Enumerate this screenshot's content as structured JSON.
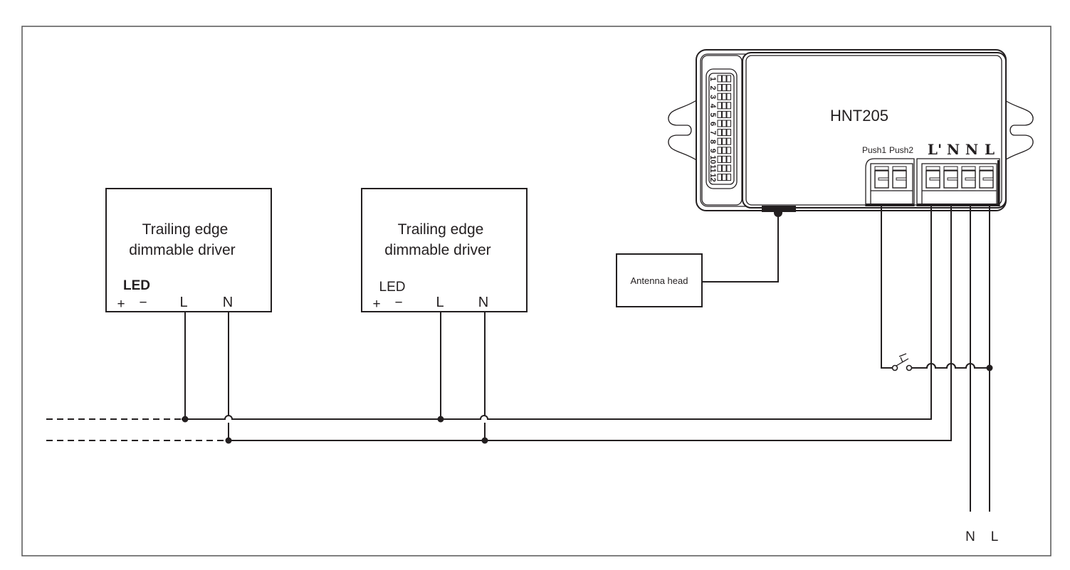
{
  "diagram": {
    "device": {
      "model": "HNT205",
      "dip_switch_numbers": [
        "1",
        "2",
        "3",
        "4",
        "5",
        "6",
        "7",
        "8",
        "9",
        "10",
        "11",
        "12"
      ],
      "terminal_labels": {
        "push1": "Push1",
        "push2": "Push2",
        "l_prime": "L'",
        "n1": "N",
        "n2": "N",
        "l": "L"
      }
    },
    "antenna": {
      "label": "Antenna head"
    },
    "drivers": [
      {
        "title_line1": "Trailing edge",
        "title_line2": "dimmable driver",
        "led_label": "LED",
        "plus": "+",
        "minus": "−",
        "l": "L",
        "n": "N"
      },
      {
        "title_line1": "Trailing edge",
        "title_line2": "dimmable driver",
        "led_label": "LED",
        "plus": "+",
        "minus": "−",
        "l": "L",
        "n": "N"
      }
    ],
    "mains": {
      "n": "N",
      "l": "L"
    },
    "push_button": {
      "type": "normally-open momentary switch"
    }
  }
}
